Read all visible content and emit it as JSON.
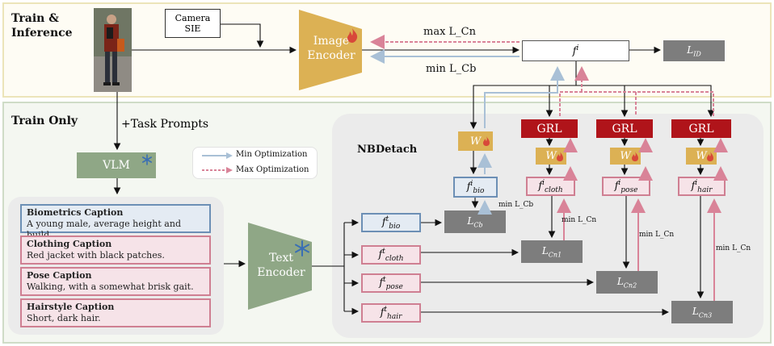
{
  "sections": {
    "train_inference": "Train &\nInference",
    "train_only": "Train Only",
    "nbdetach": "NBDetach"
  },
  "camera": {
    "line1": "Camera",
    "line2": "SIE"
  },
  "image_encoder": {
    "line1": "Image",
    "line2": "Encoder"
  },
  "text_encoder": {
    "line1": "Text",
    "line2": "Encoder"
  },
  "vlm": "VLM",
  "task_prompts": "+Task Prompts",
  "legend": {
    "min": "Min Optimization",
    "max": "Max Optimization"
  },
  "captions": [
    {
      "title": "Biometrics Caption",
      "text": "A young male, average height and build."
    },
    {
      "title": "Clothing Caption",
      "text": "Red jacket with black patches."
    },
    {
      "title": "Pose Caption",
      "text": "Walking, with a somewhat brisk gait."
    },
    {
      "title": "Hairstyle Caption",
      "text": "Short, dark hair."
    }
  ],
  "features": {
    "fi": {
      "base": "f",
      "sup": "i",
      "sub": ""
    },
    "fi_bio": {
      "base": "f",
      "sup": "i",
      "sub": "bio"
    },
    "fi_cloth": {
      "base": "f",
      "sup": "i",
      "sub": "cloth"
    },
    "fi_pose": {
      "base": "f",
      "sup": "i",
      "sub": "pose"
    },
    "fi_hair": {
      "base": "f",
      "sup": "i",
      "sub": "hair"
    },
    "ft_bio": {
      "base": "f",
      "sup": "t",
      "sub": "bio"
    },
    "ft_cloth": {
      "base": "f",
      "sup": "t",
      "sub": "cloth"
    },
    "ft_pose": {
      "base": "f",
      "sup": "t",
      "sub": "pose"
    },
    "ft_hair": {
      "base": "f",
      "sup": "t",
      "sub": "hair"
    }
  },
  "grl": "GRL",
  "w": "W",
  "losses": {
    "id": {
      "base": "L",
      "sub": "ID"
    },
    "cb": {
      "base": "L",
      "sub": "Cb"
    },
    "cn1": {
      "base": "L",
      "sub": "Cn1"
    },
    "cn2": {
      "base": "L",
      "sub": "Cn2"
    },
    "cn3": {
      "base": "L",
      "sub": "Cn3"
    }
  },
  "edge_labels": {
    "max_cn": "max L_Cn",
    "min_cb": "min L_Cb",
    "min_cn": "min L_Cn"
  },
  "colors": {
    "encoder_gold": "#dcb154",
    "text_encoder_green": "#8fa786",
    "vlm_green": "#8fa786",
    "grl_red": "#b0141a",
    "loss_gray": "#7d7d7d",
    "min_arrow": "#a9c0d6",
    "max_arrow": "#d98398",
    "bio_blue": "#6c8fb5",
    "pink_border": "#cf7f92"
  },
  "icons": {
    "flame": "flame-icon",
    "snowflake": "snowflake-icon"
  }
}
